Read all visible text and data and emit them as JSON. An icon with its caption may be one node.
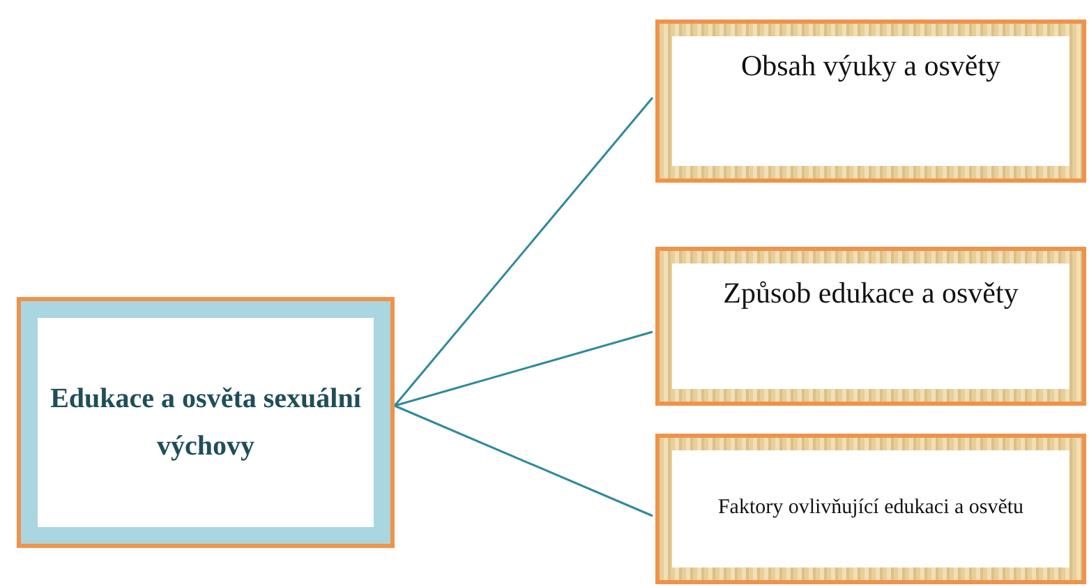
{
  "diagram": {
    "nodes": [
      {
        "text": [
          "Edukace a osvěta sexuální výchovy"
        ]
      },
      {
        "text": [
          "Obsah výuky a osvěty"
        ]
      },
      {
        "text": [
          "Způsob edukace a osvěty"
        ]
      },
      {
        "text": [
          "Faktory ovlivňující edukaci a osvětu"
        ]
      }
    ],
    "edges": [
      {
        "from": 0,
        "to": 1,
        "arrow": "none"
      },
      {
        "from": 0,
        "to": 2,
        "arrow": "none"
      },
      {
        "from": 0,
        "to": 3,
        "arrow": "none"
      }
    ]
  }
}
